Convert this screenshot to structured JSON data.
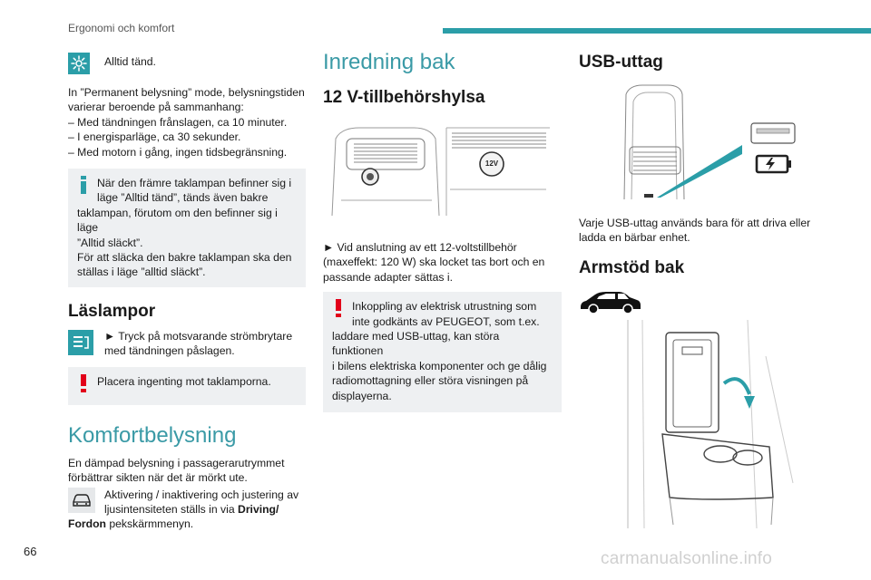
{
  "header": {
    "section": "Ergonomi och komfort"
  },
  "footer": {
    "page_number": "66",
    "watermark": "carmanualsonline.info"
  },
  "col1": {
    "always_on": "Alltid tänd.",
    "permanent_intro": "In ”Permanent belysning” mode, belysningstiden varierar beroende på sammanhang:",
    "permanent_items": [
      "– Med tändningen frånslagen, ca 10 minuter.",
      "– I energisparläge, ca 30 sekunder.",
      "– Med motorn i gång, ingen tidsbegränsning."
    ],
    "info_note": [
      "När den främre taklampan befinner sig i",
      "läge ”Alltid tänd”, tänds även bakre",
      "taklampan, förutom om den befinner sig i läge",
      "”Alltid släckt”.",
      "För att släcka den bakre taklampan ska den",
      "ställas i läge ”alltid släckt”."
    ],
    "reading_title": "Läslampor",
    "reading_instruction": [
      "► Tryck på motsvarande strömbrytare",
      "med tändningen påslagen."
    ],
    "reading_warning": "Placera ingenting mot taklamporna.",
    "comfort_title": "Komfortbelysning",
    "comfort_text": [
      "En dämpad belysning i passagerarutrymmet",
      "förbättrar sikten när det är mörkt ute."
    ],
    "comfort_setting_line1": "Aktivering / inaktivering och justering av",
    "comfort_setting_line2": "ljusintensiteten ställs in via",
    "comfort_setting_bold1": "Driving/",
    "comfort_setting_bold2": "Fordon",
    "comfort_setting_end": "pekskärmmenyn."
  },
  "col2": {
    "section_title": "Inredning bak",
    "sub_title": "12 V-tillbehörshylsa",
    "socket_label": "12V",
    "instruction": [
      "► Vid anslutning av ett 12-voltstillbehör",
      "(maxeffekt: 120 W) ska locket tas bort och en",
      "passande adapter sättas i."
    ],
    "warning": [
      "Inkoppling av elektrisk utrustning som",
      "inte godkänts av PEUGEOT, som t.ex.",
      "laddare med USB-uttag, kan störa funktionen",
      "i bilens elektriska komponenter och ge dålig",
      "radiomottagning eller störa visningen på",
      "displayerna."
    ]
  },
  "col3": {
    "usb_title": "USB-uttag",
    "usb_text": [
      "Varje USB-uttag används bara för att driva eller",
      "ladda en bärbar enhet."
    ],
    "armrest_title": "Armstöd bak"
  },
  "colors": {
    "accent": "#2b9ea8",
    "warning": "#e2001a",
    "note_bg": "#eef0f2"
  }
}
